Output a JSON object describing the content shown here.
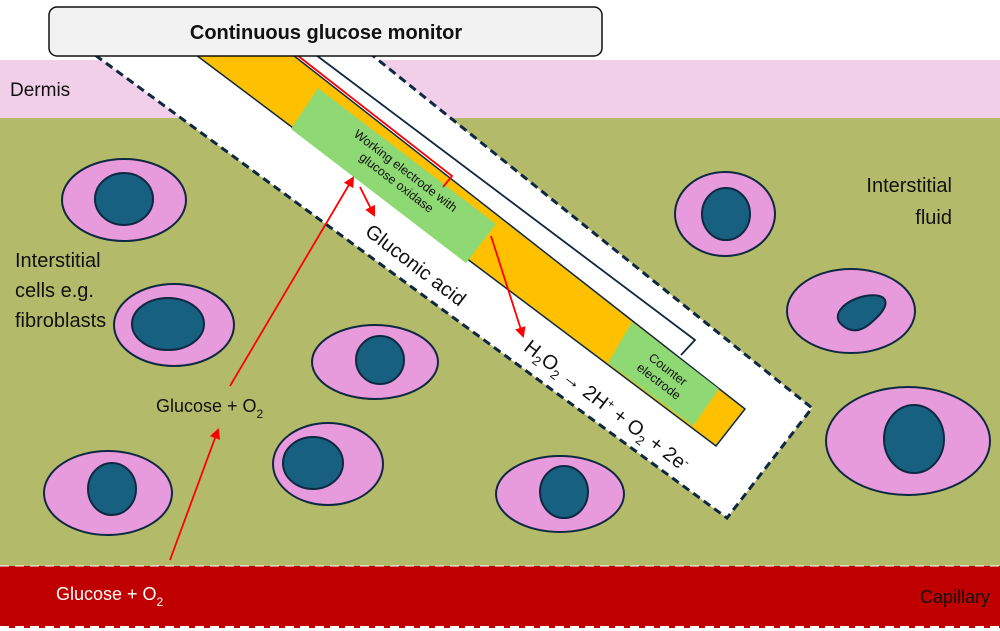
{
  "title": "Continuous glucose monitor",
  "layers": {
    "dermis": "Dermis",
    "interstitial_fluid": [
      "Interstitial",
      "fluid"
    ],
    "interstitial_cells": [
      "Interstitial",
      "cells e.g.",
      "fibroblasts"
    ],
    "capillary": "Capillary"
  },
  "sensor": {
    "working_electrode": [
      "Working electrode with",
      "glucose oxidase"
    ],
    "counter_electrode": [
      "Counter",
      "electrode"
    ]
  },
  "chemistry": {
    "glucose_capillary": {
      "text": "Glucose + O",
      "sub": "2"
    },
    "glucose_fluid": {
      "text": "Glucose + O",
      "sub": "2"
    },
    "gluconic_acid": "Gluconic acid",
    "reaction": {
      "h": "H",
      "sub1": "2",
      "o": "O",
      "sub2": "2",
      "arrow": "→",
      "h_plus": " 2H",
      "sup_plus": "+",
      "plus_o": " + O",
      "sub3": "2",
      "plus_e": " + 2e",
      "sup_minus": "-"
    }
  },
  "colors": {
    "dermis": "#f2cfe9",
    "fluid": "#b3bb6a",
    "capillary": "#c00000",
    "cell_body": "#e79bdc",
    "nucleus": "#17607f",
    "strip": "#ffc000",
    "electrode": "#8ed973",
    "arrow": "#ff0000",
    "outline": "#0e2841"
  }
}
